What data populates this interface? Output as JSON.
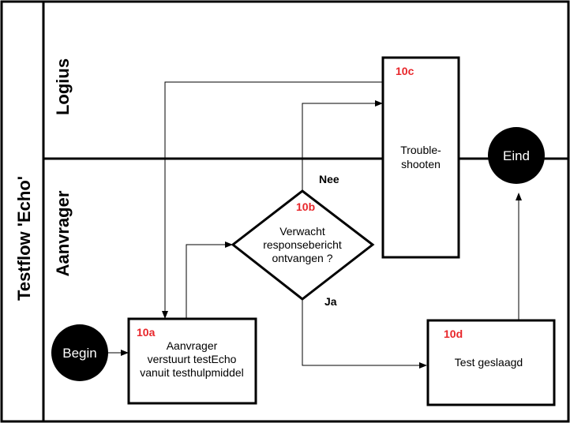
{
  "pool": {
    "title": "Testflow 'Echo'"
  },
  "lanes": {
    "logius": "Logius",
    "aanvrager": "Aanvrager"
  },
  "colors": {
    "step_id": "#e8262a",
    "line": "#000000",
    "terminal_fill": "#000000"
  },
  "nodes": {
    "begin": {
      "label": "Begin"
    },
    "n10a": {
      "id": "10a",
      "lines": [
        "Aanvrager",
        "verstuurt testEcho",
        "vanuit testhulpmiddel"
      ]
    },
    "n10b": {
      "id": "10b",
      "lines": [
        "Verwacht",
        "responsebericht",
        "ontvangen ?"
      ]
    },
    "n10c": {
      "id": "10c",
      "lines": [
        "Trouble-",
        "shooten"
      ]
    },
    "n10d": {
      "id": "10d",
      "lines": [
        "Test geslaagd"
      ]
    },
    "eind": {
      "label": "Eind"
    }
  },
  "edges": {
    "nee": "Nee",
    "ja": "Ja"
  }
}
